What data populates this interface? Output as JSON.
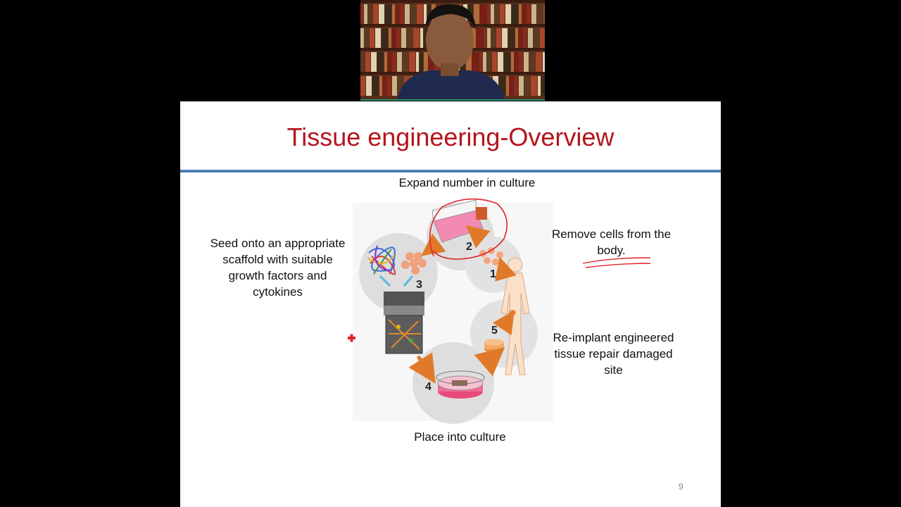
{
  "slide": {
    "title": "Tissue engineering-Overview",
    "page_number": "9",
    "labels": {
      "expand": "Expand number in culture",
      "seed": "Seed onto an appropriate scaffold with suitable growth factors and cytokines",
      "remove": "Remove cells from the body.",
      "reimplant": "Re-implant engineered tissue repair damaged site",
      "place": "Place into culture"
    },
    "steps": [
      "1",
      "2",
      "3",
      "4",
      "5"
    ]
  },
  "colors": {
    "title": "#b3151c",
    "rule": "#4e7fb7",
    "annotation": "#e0242b"
  }
}
